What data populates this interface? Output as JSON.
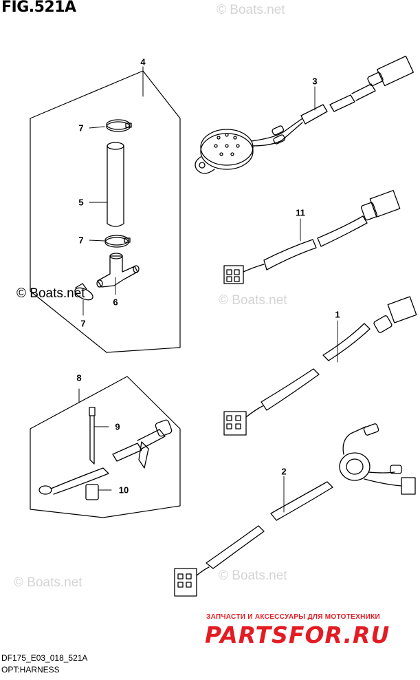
{
  "figure_title": "FIG.521A",
  "watermarks": {
    "top": "© Boats.net",
    "left_dark": "© Boats.net",
    "middle": "© Boats.net",
    "bottom_left": "© Boats.net",
    "bottom_right": "© Boats.net"
  },
  "callouts": {
    "p1": "1",
    "p2": "2",
    "p3": "3",
    "p4": "4",
    "p5": "5",
    "p6": "6",
    "p7a": "7",
    "p7b": "7",
    "p7c": "7",
    "p8": "8",
    "p9": "9",
    "p10": "10",
    "p11": "11"
  },
  "shop_banner": {
    "subtitle": "ЗАПЧАСТИ И АКСЕССУАРЫ ДЛЯ МОТОТЕХНИКИ",
    "logo": "PARTSFOR.RU"
  },
  "footer": {
    "code": "DF175_E03_018_521A",
    "group": "OPT:HARNESS"
  }
}
